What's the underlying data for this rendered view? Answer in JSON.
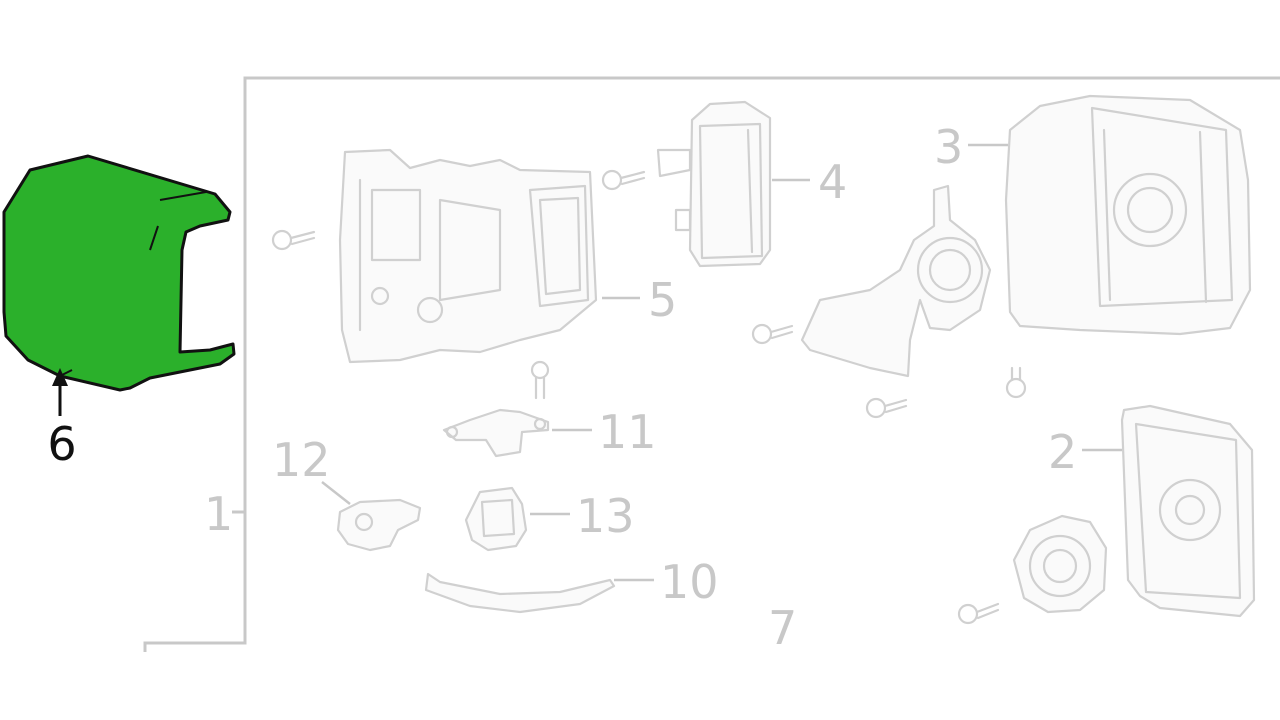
{
  "highlight_color": "#2bb02b",
  "outline_color": "#111111",
  "ghost_color": "#c8c8c8",
  "callouts": {
    "c1": "1",
    "c2": "2",
    "c3": "3",
    "c4": "4",
    "c5": "5",
    "c6": "6",
    "c7": "7",
    "c10": "10",
    "c11": "11",
    "c12": "12",
    "c13": "13"
  }
}
